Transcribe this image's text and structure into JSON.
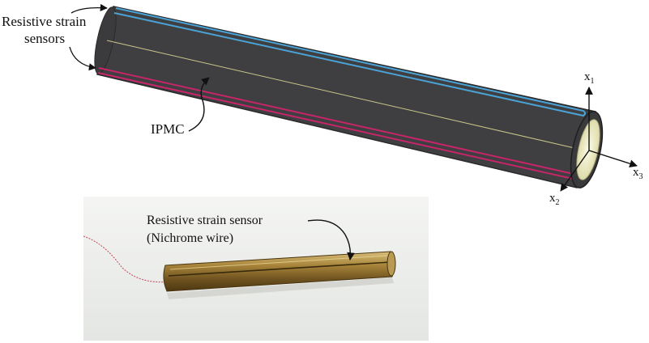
{
  "labels": {
    "resistive_line1": "Resistive strain",
    "resistive_line2": "sensors",
    "ipmc": "IPMC",
    "photo_line1": "Resistive strain sensor",
    "photo_line2": "(Nichrome wire)"
  },
  "axes": {
    "x1": {
      "base": "x",
      "sub": "1"
    },
    "x2": {
      "base": "x",
      "sub": "2"
    },
    "x3": {
      "base": "x",
      "sub": "3"
    }
  },
  "colors": {
    "tube": "#3f3f41",
    "tube_edge": "#2a2a2c",
    "sensor_blue": "#4aa3d6",
    "sensor_red": "#c8246a",
    "tube_core": "#f1f0c8",
    "photo_bg": "#eef0ee",
    "rod": "#8a6a28"
  }
}
